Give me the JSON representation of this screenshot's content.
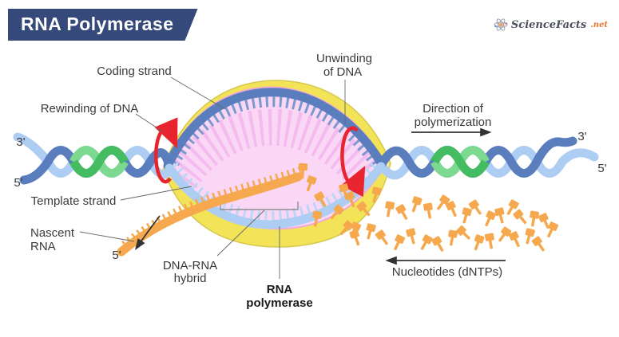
{
  "header": {
    "title": "RNA Polymerase",
    "banner_color": "#35497a"
  },
  "logo": {
    "name": "ScienceFacts",
    "tld": ".net",
    "accent_color": "#e87a30"
  },
  "diagram": {
    "labels": {
      "coding_strand": "Coding strand",
      "unwinding_line1": "Unwinding",
      "unwinding_line2": "of DNA",
      "rewinding": "Rewinding of DNA",
      "direction_line1": "Direction of",
      "direction_line2": "polymerization",
      "template_strand": "Template strand",
      "nascent_line1": "Nascent",
      "nascent_line2": "RNA",
      "hybrid_line1": "DNA-RNA",
      "hybrid_line2": "hybrid",
      "polymerase_line1": "RNA",
      "polymerase_line2": "polymerase",
      "nucleotides": "Nucleotides (dNTPs)",
      "left_3prime": "3'",
      "left_5prime": "5'",
      "right_3prime": "3'",
      "right_5prime": "5'",
      "rna_5prime": "5'"
    },
    "colors": {
      "polymerase_body": "#f2e358",
      "transcription_bubble": "#fad7f5",
      "dna_strand_dark": "#5a7dbd",
      "dna_strand_light": "#aecdf2",
      "dna_green_dark": "#44bd62",
      "dna_green_light": "#7cd98f",
      "rna_orange": "#f6a84e",
      "rotation_arrow_red": "#e8242e"
    }
  }
}
